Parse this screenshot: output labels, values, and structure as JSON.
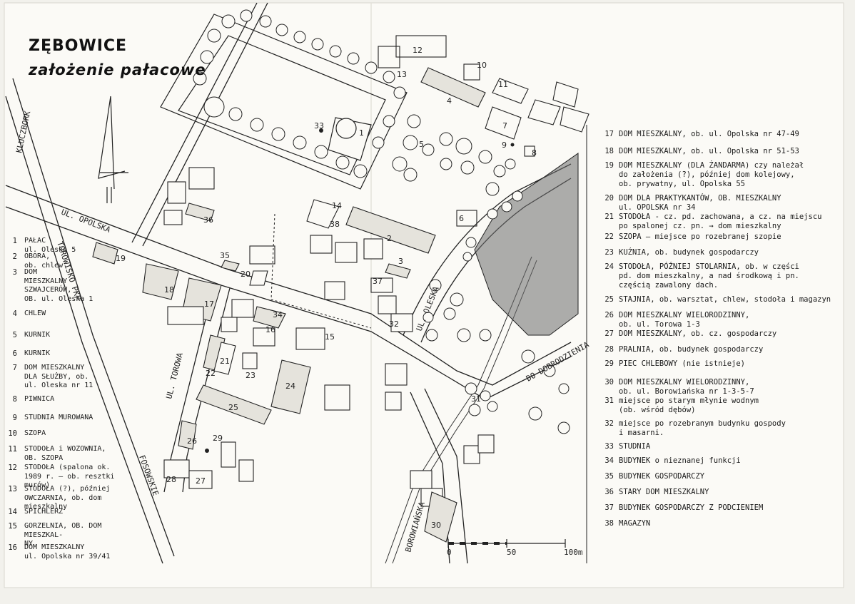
{
  "title": {
    "line1": "ZĘBOWICE",
    "line2": "założenie pałacowe"
  },
  "streets": {
    "kluczbork": "KLUCZBORK",
    "opolska": "UL. OPOLSKA",
    "torowisko": "TOROWISKO PKP",
    "torowa": "UL. TOROWA",
    "oleska": "UL. OLESKA",
    "borowianska": "BOROWIAŃSKA",
    "dobrodzien": "DO DOBRODZIENIA",
    "fosowskie": "FOSOWSKIE"
  },
  "scale": {
    "labels": [
      "0",
      "50",
      "100m"
    ]
  },
  "legend_left": [
    {
      "num": "1",
      "text": "PAŁAC\nul. Oleska 5"
    },
    {
      "num": "2",
      "text": "OBORA,\nob. chlew"
    },
    {
      "num": "3",
      "text": "DOM\nMIESZKALNY\nSZWAJCERÓW,\nOB. ul. Oleska 1"
    },
    {
      "num": "4",
      "text": "CHLEW"
    },
    {
      "num": "5",
      "text": "KURNIK"
    },
    {
      "num": "6",
      "text": "KURNIK"
    },
    {
      "num": "7",
      "text": "DOM MIESZKALNY\nDLA SŁUŻBY, ob.\nul. Oleska nr 11"
    },
    {
      "num": "8",
      "text": "PIWNICA"
    },
    {
      "num": "9",
      "text": "STUDNIA MUROWANA"
    },
    {
      "num": "10",
      "text": "SZOPA"
    },
    {
      "num": "11",
      "text": "STODOŁA i WOZOWNIA,\nOB. SZOPA"
    },
    {
      "num": "12",
      "text": "STODOŁA (spalona ok.\n1989 r. — ob. resztki murów)"
    },
    {
      "num": "13",
      "text": "STODOŁA (?), później\nOWCZARNIA, ob. dom mieszkalny"
    },
    {
      "num": "14",
      "text": "SPICHLERZ"
    },
    {
      "num": "15",
      "text": "GORZELNIA, OB. DOM MIESZKAL-\nNY"
    },
    {
      "num": "16",
      "text": "DOM MIESZKALNY\nul. Opolska nr 39/41"
    }
  ],
  "legend_right": [
    {
      "num": "17",
      "text": "DOM MIESZKALNY, ob. ul. Opolska nr 47-49"
    },
    {
      "num": "18",
      "text": "DOM MIESZKALNY, ob. ul. Opolska nr 51-53"
    },
    {
      "num": "19",
      "text": "DOM MIESZKALNY (DLA ŻANDARMA) czy należał\ndo założenia (?), później dom kolejowy,\nob. prywatny, ul. Opolska 55"
    },
    {
      "num": "20",
      "text": "DOM DLA PRAKTYKANTÓW, OB. MIESZKALNY\nul. OPOLSKA nr 34"
    },
    {
      "num": "21",
      "text": "STODOŁA - cz. pd. zachowana, a cz. na miejscu\npo spalonej cz. pn. → dom mieszkalny"
    },
    {
      "num": "22",
      "text": "SZOPA — miejsce po rozebranej szopie"
    },
    {
      "num": "23",
      "text": "KUŹNIA, ob. budynek gospodarczy"
    },
    {
      "num": "24",
      "text": "STODOŁA, PÓŹNIEJ STOLARNIA, ob. w części\npd. dom mieszkalny, a nad środkową i pn.\nczęścią zawalony dach."
    },
    {
      "num": "25",
      "text": "STAJNIA, ob. warsztat, chlew, stodoła i magazyn"
    },
    {
      "num": "26",
      "text": "DOM MIESZKALNY WIELORODZINNY,\nob. ul. Torowa 1-3"
    },
    {
      "num": "27",
      "text": "DOM MIESZKALNY, ob. cz. gospodarczy"
    },
    {
      "num": "28",
      "text": "PRALNIA, ob. budynek gospodarczy"
    },
    {
      "num": "29",
      "text": "PIEC CHLEBOWY (nie istnieje)"
    },
    {
      "num": "30",
      "text": "DOM MIESZKALNY WIELORODZINNY,\nob. ul. Borowiańska nr 1-3-5-7"
    },
    {
      "num": "31",
      "text": "miejsce po starym młynie wodnym\n(ob. wśród dębów)"
    },
    {
      "num": "32",
      "text": "miejsce po rozebranym budynku gospody\ni masarni."
    },
    {
      "num": "33",
      "text": "STUDNIA"
    },
    {
      "num": "34",
      "text": "BUDYNEK o nieznanej funkcji"
    },
    {
      "num": "35",
      "text": "BUDYNEK GOSPODARCZY"
    },
    {
      "num": "36",
      "text": "STARY DOM MIESZKALNY"
    },
    {
      "num": "37",
      "text": "BUDYNEK GOSPODARCZY Z PODCIENIEM"
    },
    {
      "num": "38",
      "text": "MAGAZYN"
    }
  ],
  "building_numbers": [
    "1",
    "2",
    "3",
    "4",
    "5",
    "6",
    "7",
    "8",
    "9",
    "10",
    "11",
    "12",
    "13",
    "14",
    "15",
    "16",
    "17",
    "18",
    "19",
    "20",
    "21",
    "22",
    "23",
    "24",
    "25",
    "26",
    "27",
    "28",
    "29",
    "30",
    "31",
    "32",
    "33",
    "34",
    "35",
    "36",
    "37",
    "38"
  ]
}
